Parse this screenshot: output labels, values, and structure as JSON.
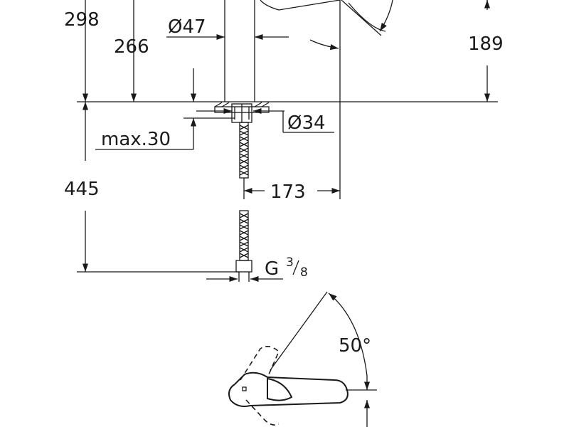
{
  "dimensions": {
    "height_total": "298",
    "height_spout": "266",
    "spout_diameter": "Ø47",
    "handle_height": "189",
    "hole_diameter": "Ø34",
    "max_deck": "max.30",
    "hose_length": "445",
    "reach": "173",
    "thread": "G",
    "thread_num": "3",
    "thread_den": "8",
    "angle": "50°"
  },
  "colors": {
    "line": "#1a1a1a",
    "background": "#ffffff"
  }
}
